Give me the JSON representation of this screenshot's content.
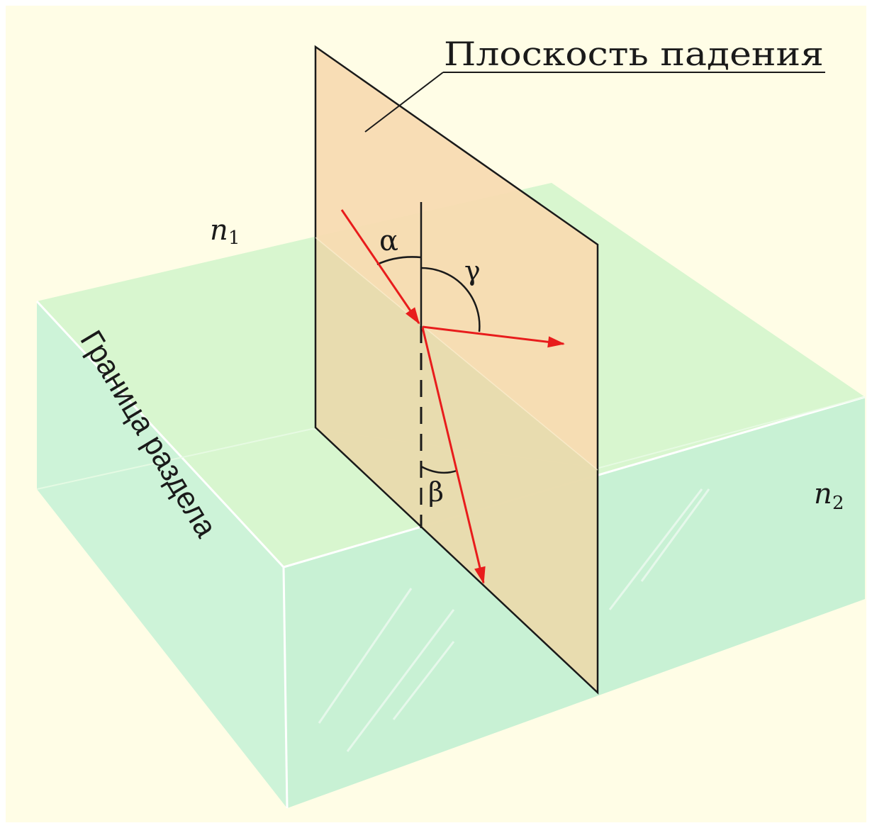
{
  "labels": {
    "plane_of_incidence": "Плоскость падения",
    "boundary": "Граница раздела",
    "medium_1": "n",
    "medium_1_sub": "1",
    "medium_2": "n",
    "medium_2_sub": "2",
    "angle_incidence": "α",
    "angle_reflection": "γ",
    "angle_refraction": "β"
  },
  "colors": {
    "background": "#fffde6",
    "water_top": "#d9f7d2",
    "water_front": "#cdf3d6",
    "water_side": "#c6f0d2",
    "plane_fill": "#f8dcb5",
    "plane_overlap": "#e6dcb0",
    "ray": "#e81c1c",
    "outline": "#1a1a1a",
    "edge_highlight": "#ffffff"
  }
}
